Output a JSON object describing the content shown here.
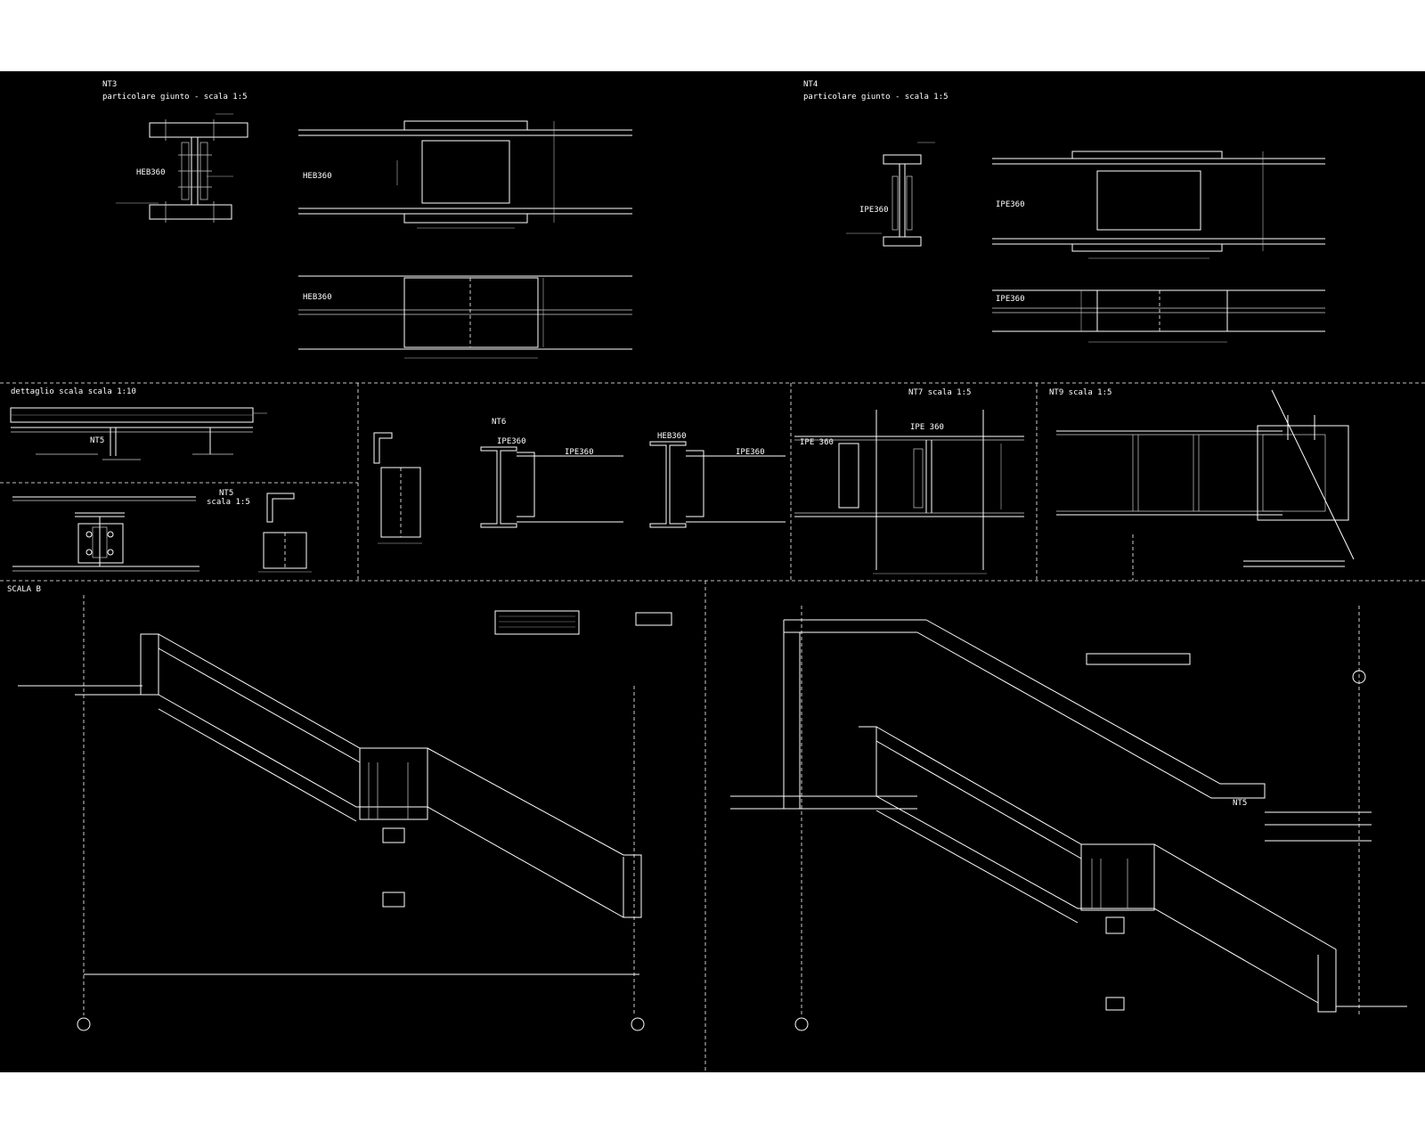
{
  "panels": {
    "nt3": {
      "code": "NT3",
      "title": "particolare giunto - scala 1:5"
    },
    "nt4": {
      "code": "NT4",
      "title": "particolare giunto - scala 1:5"
    },
    "dettaglio_scala": {
      "title": "dettaglio scala scala 1:10"
    },
    "nt5": {
      "code": "NT5",
      "scale": "scala 1:5"
    },
    "nt6": {
      "code": "NT6"
    },
    "nt7": {
      "title": "NT7 scala 1:5"
    },
    "nt9": {
      "title": "NT9 scala 1:5"
    },
    "scala_b": {
      "title": "SCALA B"
    }
  },
  "labels": {
    "hea": "HEB360",
    "ipe": "IPE360",
    "ipe_spaced": "IPE 360",
    "nt5_ref": "NT5"
  }
}
